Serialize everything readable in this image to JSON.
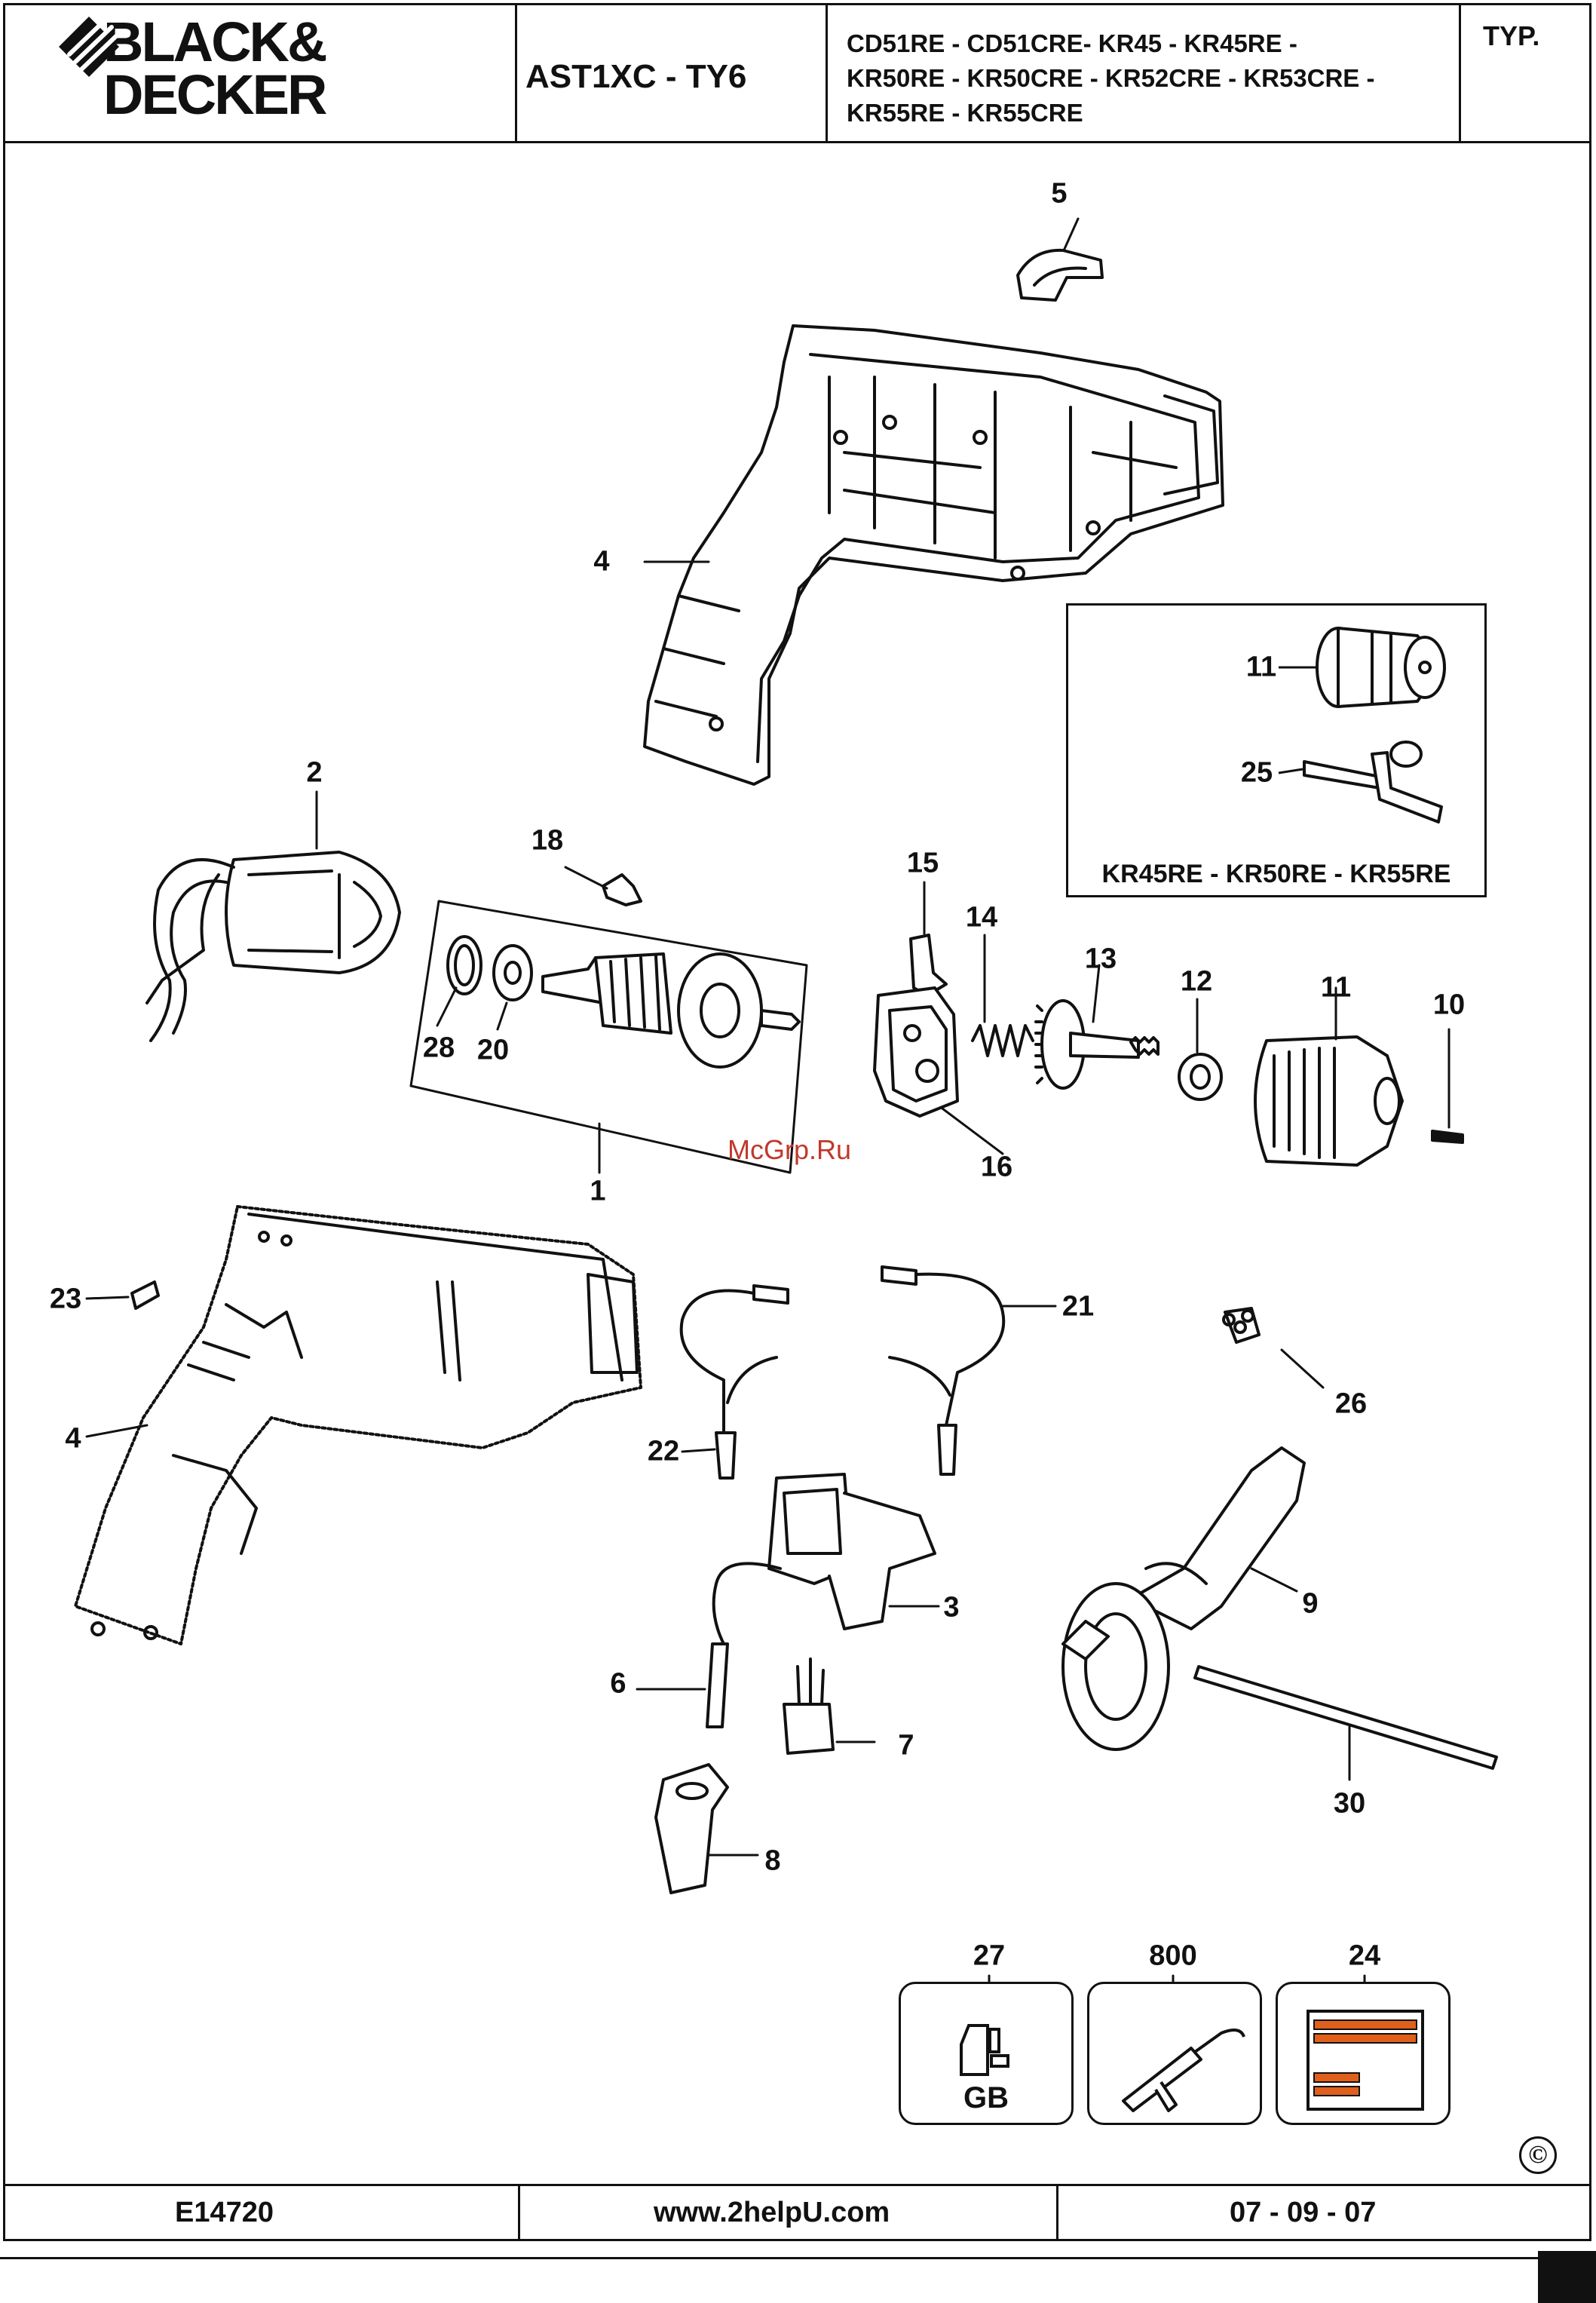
{
  "header": {
    "brand_line1": "BLACK&",
    "brand_line2": "DECKER",
    "model": "AST1XC - TY6",
    "variants": "CD51RE - CD51CRE- KR45 - KR45RE -\nKR50RE - KR50CRE - KR52CRE - KR53CRE -\nKR55RE - KR55CRE",
    "type_label": "TYP."
  },
  "kit_box": {
    "label": "KR45RE - KR50RE - KR55RE"
  },
  "callouts": {
    "c1": "1",
    "c2": "2",
    "c3": "3",
    "c4a": "4",
    "c4b": "4",
    "c5": "5",
    "c6": "6",
    "c7": "7",
    "c8": "8",
    "c9": "9",
    "c10": "10",
    "c11a": "11",
    "c11b": "11",
    "c12": "12",
    "c13": "13",
    "c14": "14",
    "c15": "15",
    "c16": "16",
    "c18": "18",
    "c20": "20",
    "c21": "21",
    "c22": "22",
    "c23": "23",
    "c25": "25",
    "c26": "26",
    "c27": "27",
    "c28": "28",
    "c30": "30",
    "c24": "24",
    "c800": "800"
  },
  "accessories": {
    "plug_label": "GB"
  },
  "footer": {
    "doc_code": "E14720",
    "website": "www.2helpU.com",
    "date": "07 - 09 - 07"
  },
  "copyright_symbol": "©",
  "watermark": "McGrp.Ru"
}
